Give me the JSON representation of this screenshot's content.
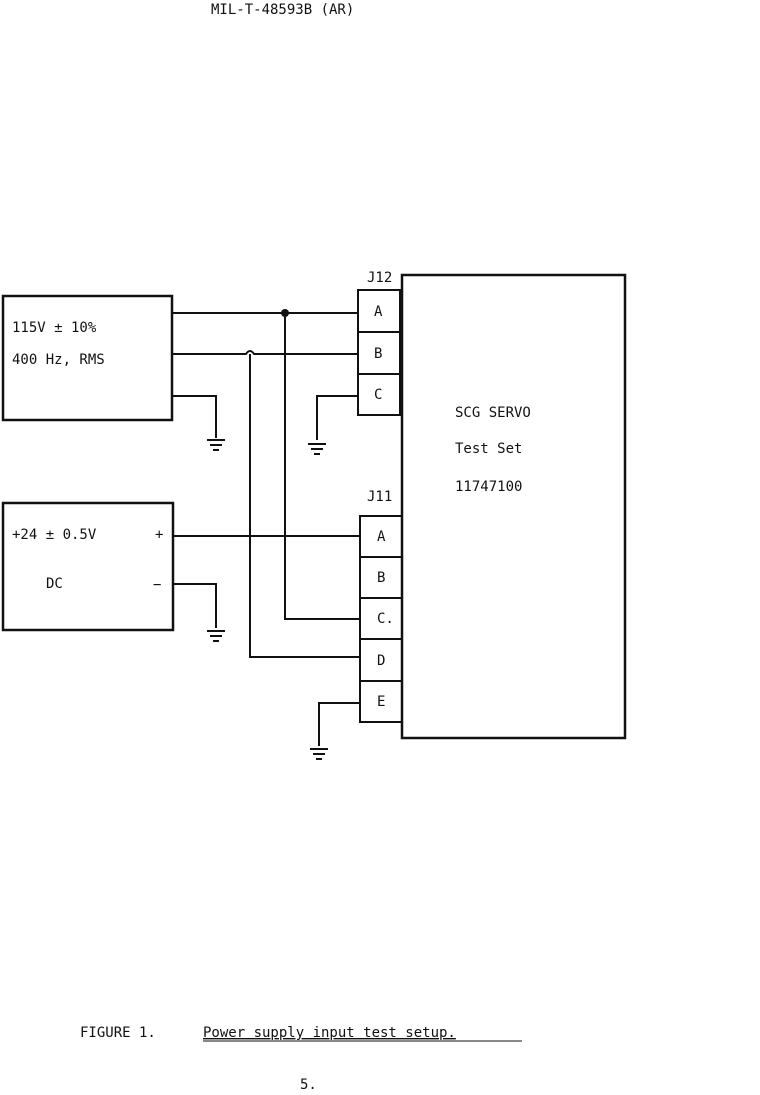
{
  "header": {
    "doc_id": "MIL-T-48593B (AR)"
  },
  "ac_supply": {
    "line1": "115V ± 10%",
    "line2": "400 Hz, RMS"
  },
  "dc_supply": {
    "line1": "+24 ± 0.5V",
    "line2": "DC",
    "plus": "+",
    "minus": "−"
  },
  "test_set": {
    "line1": "SCG SERVO",
    "line2": "Test Set",
    "line3": "11747100"
  },
  "j12": {
    "label": "J12",
    "pins": [
      "A",
      "B",
      "C"
    ]
  },
  "j11": {
    "label": "J11",
    "pins": [
      "A",
      "B",
      "C.",
      "D",
      "E"
    ]
  },
  "caption": {
    "figure": "FIGURE 1.",
    "title": "Power supply input test setup."
  },
  "page_number": "5."
}
